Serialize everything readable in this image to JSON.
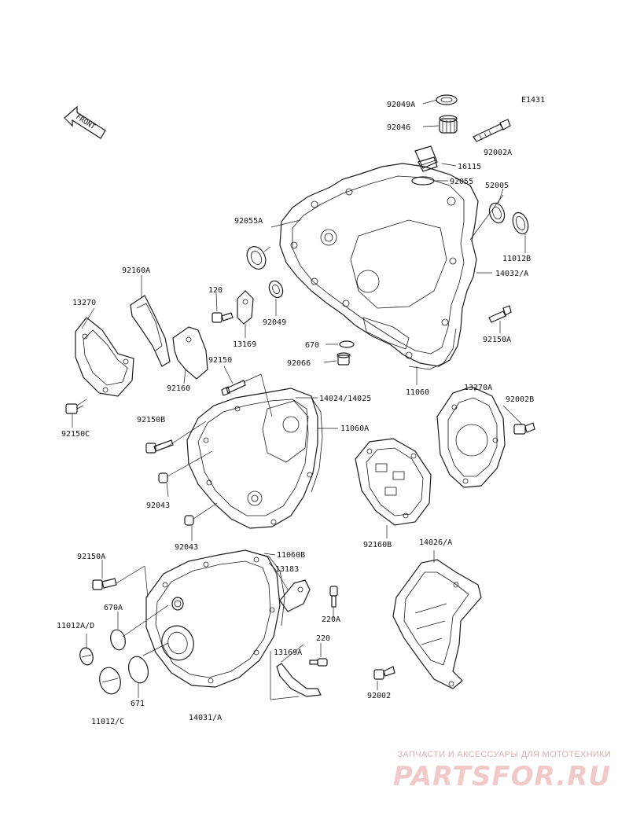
{
  "diagram_code": "E1431",
  "front_label": "FRONT",
  "labels": {
    "l_92049a": "92049A",
    "l_92046": "92046",
    "l_92002a": "92002A",
    "l_16115": "16115",
    "l_92055": "92055",
    "l_52005": "52005",
    "l_92055a": "92055A",
    "l_11012b": "11012B",
    "l_14032a": "14032/A",
    "l_92160a": "92160A",
    "l_120": "120",
    "l_13270": "13270",
    "l_13169": "13169",
    "l_92049": "92049",
    "l_92150a_r": "92150A",
    "l_670": "670",
    "l_92066": "92066",
    "l_92150": "92150",
    "l_92160": "92160",
    "l_11060": "11060",
    "l_13270a": "13270A",
    "l_92002b": "92002B",
    "l_14024": "14024/14025",
    "l_92150c": "92150C",
    "l_92150b": "92150B",
    "l_11060a": "11060A",
    "l_92043_1": "92043",
    "l_92043_2": "92043",
    "l_92160b": "92160B",
    "l_14026a": "14026/A",
    "l_92150a_l": "92150A",
    "l_11060b": "11060B",
    "l_13183": "13183",
    "l_670a": "670A",
    "l_220a": "220A",
    "l_11012ad": "11012A/D",
    "l_220": "220",
    "l_13169a": "13169A",
    "l_671": "671",
    "l_92002": "92002",
    "l_11012c": "11012/C",
    "l_14031a": "14031/A"
  },
  "watermark": {
    "tagline": "ЗАПЧАСТИ И АКСЕССУАРЫ ДЛЯ МОТОТЕХНИКИ",
    "logo": "PARTSFOR.RU"
  }
}
